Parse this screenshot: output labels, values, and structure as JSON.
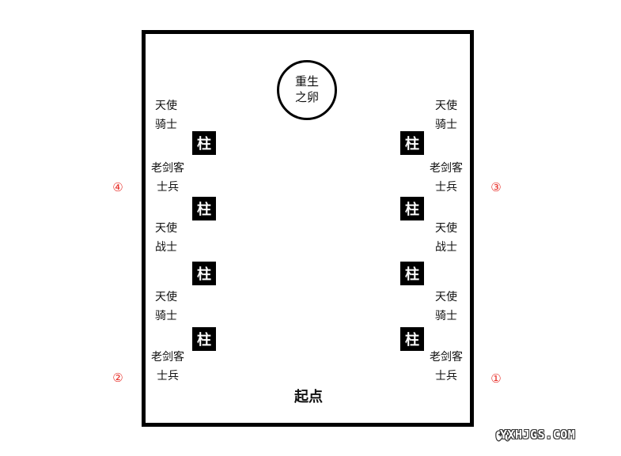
{
  "egg": {
    "line1": "重生",
    "line2": "之卵"
  },
  "pillar_label": "柱",
  "start_label": "起点",
  "left_labels": [
    {
      "line1": "天使",
      "line2": "骑士"
    },
    {
      "line1": "老剑客",
      "line2": "士兵"
    },
    {
      "line1": "天使",
      "line2": "战士"
    },
    {
      "line1": "天使",
      "line2": "骑士"
    },
    {
      "line1": "老剑客",
      "line2": "士兵"
    }
  ],
  "right_labels": [
    {
      "line1": "天使",
      "line2": "骑士"
    },
    {
      "line1": "老剑客",
      "line2": "士兵"
    },
    {
      "line1": "天使",
      "line2": "战士"
    },
    {
      "line1": "天使",
      "line2": "骑士"
    },
    {
      "line1": "老剑客",
      "line2": "士兵"
    }
  ],
  "markers": {
    "m1": "①",
    "m2": "②",
    "m3": "③",
    "m4": "④"
  },
  "watermark": "YXHJGS.COM",
  "colors": {
    "marker": "#e8302a",
    "pillar": "#000000"
  }
}
